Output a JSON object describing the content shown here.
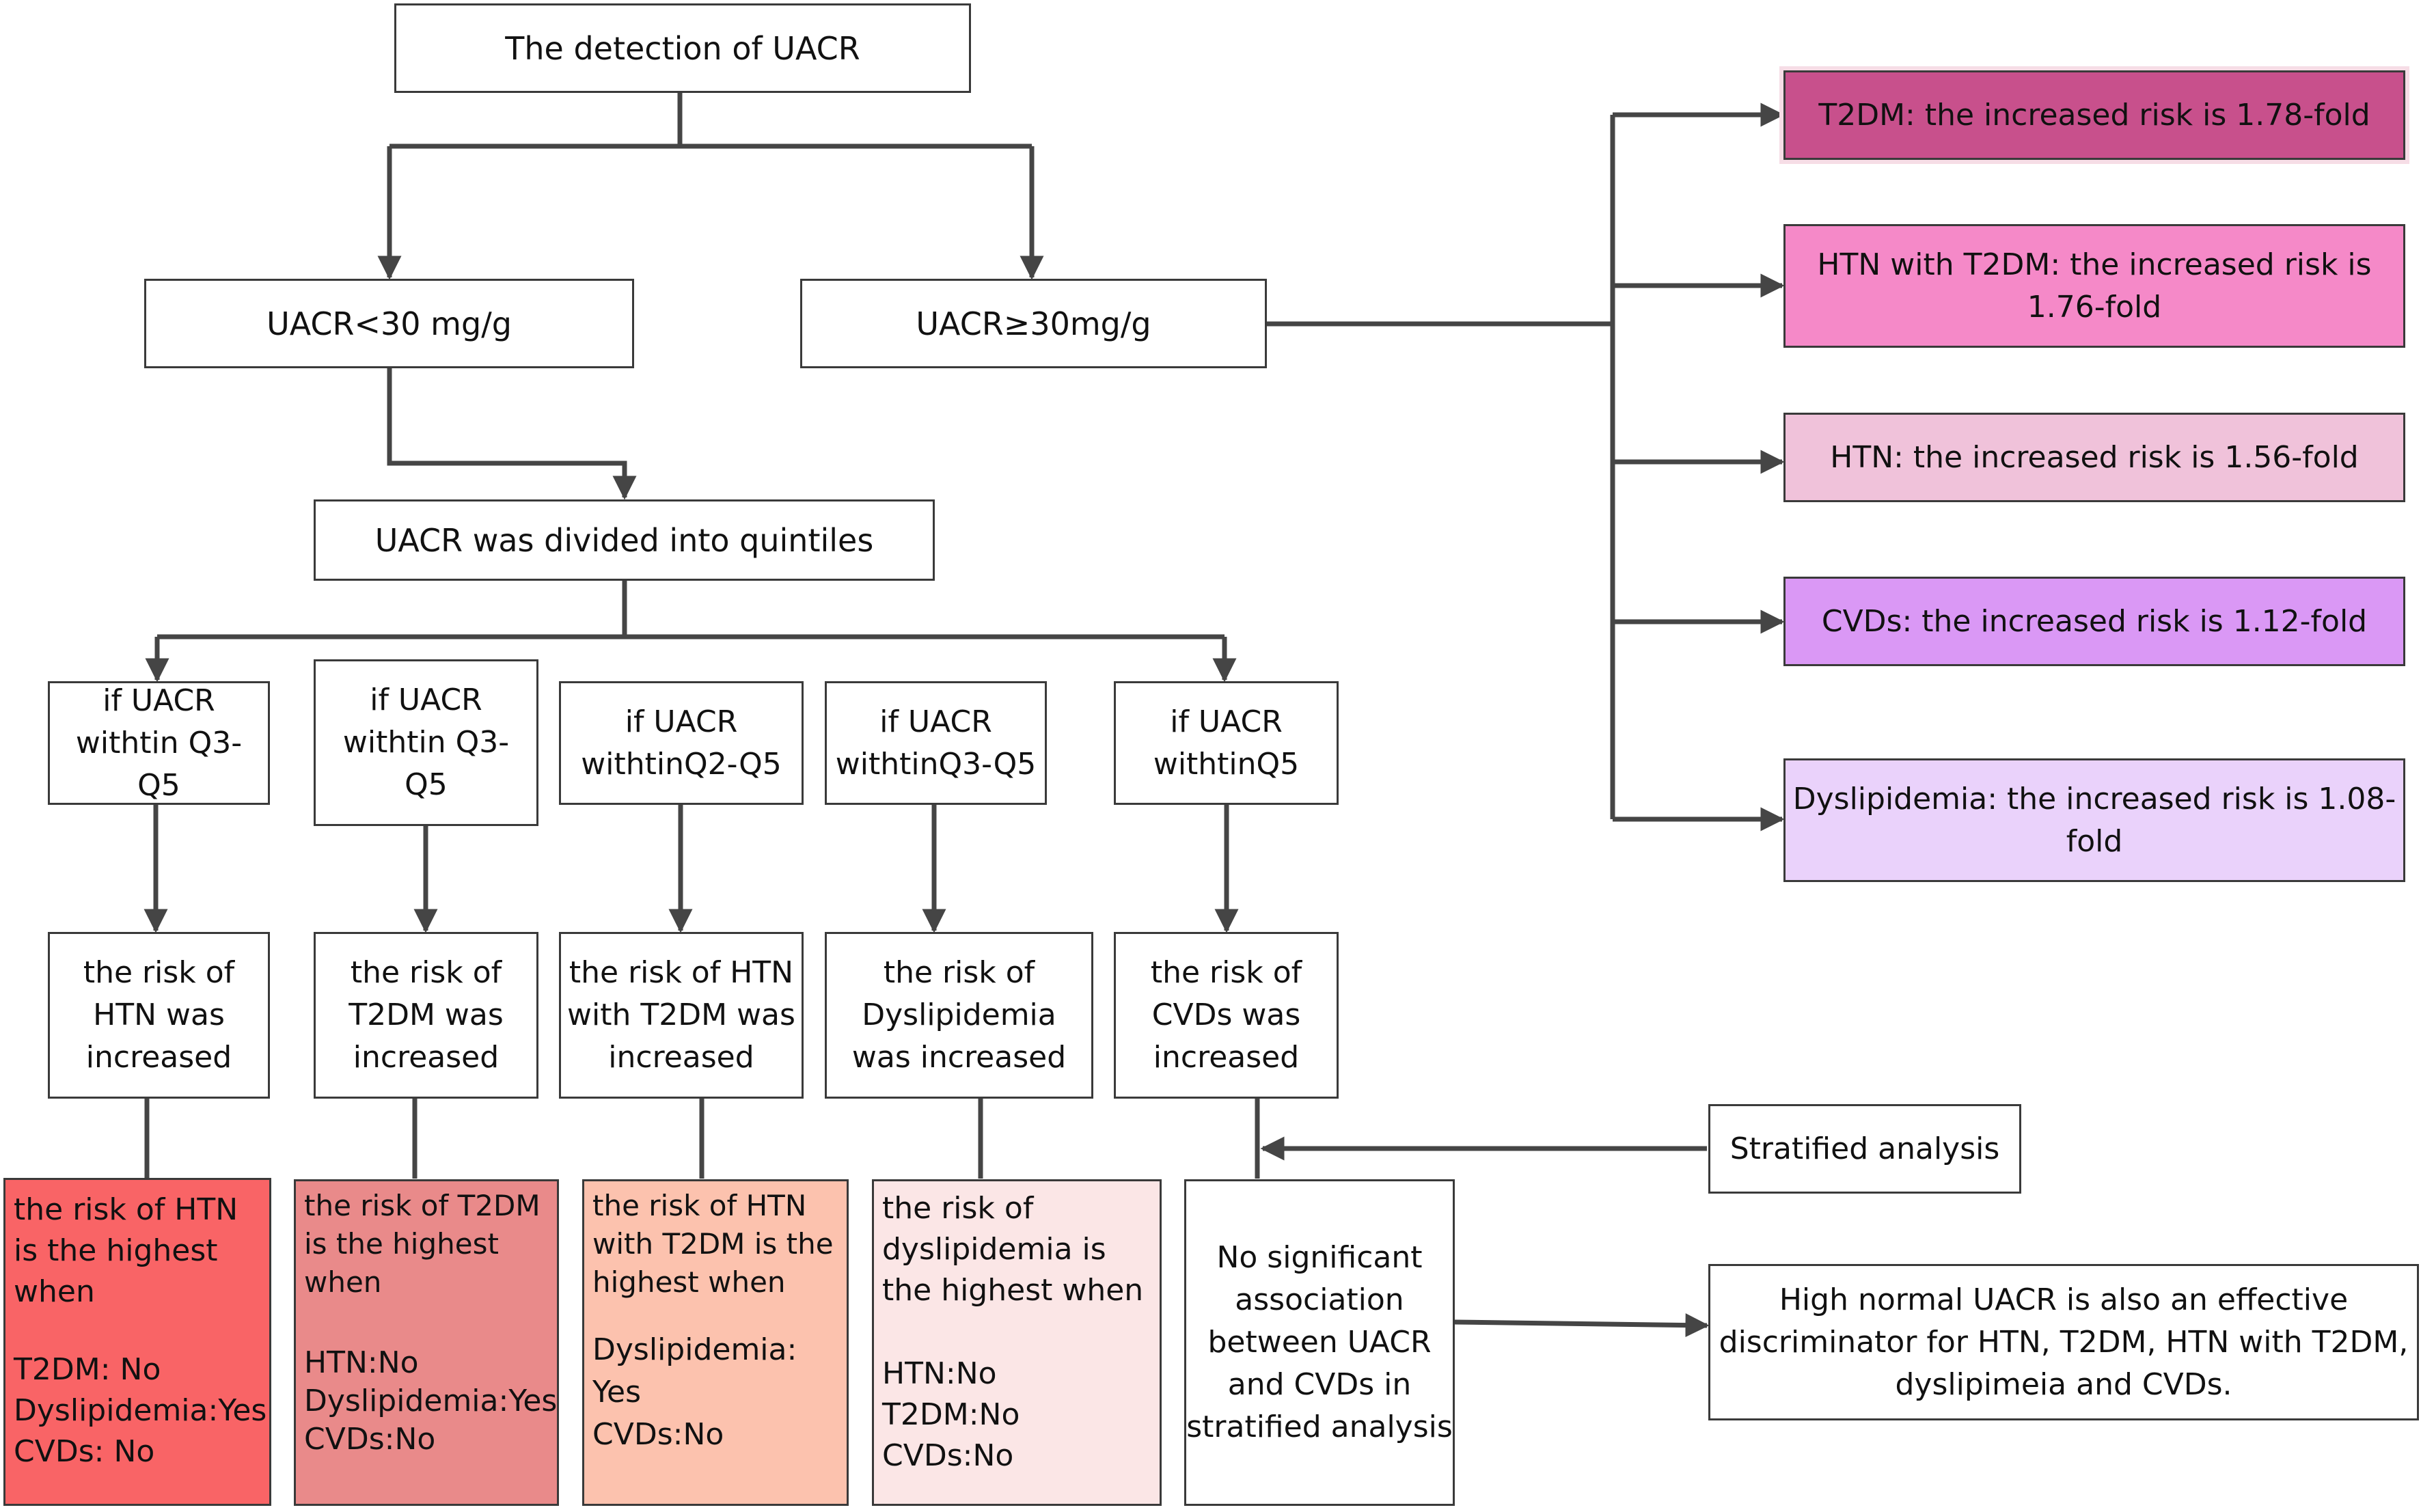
{
  "colors": {
    "line": "#454545",
    "t2dm": "#c8508c",
    "htn_t2dm": "#f589c8",
    "htn": "#f0c2da",
    "cvds": "#da98f5",
    "dyslipidemia": "#ead2fb",
    "result_htn": "#f96466",
    "result_t2dm": "#e98a8a",
    "result_htn_t2dm": "#fcc2ae",
    "result_dyslipidemia": "#fbe6e6"
  },
  "top": {
    "label": "The detection of UACR"
  },
  "low": {
    "label": "UACR<30 mg/g"
  },
  "high": {
    "label": "UACR≥30mg/g"
  },
  "quintiles": {
    "label": "UACR was divided into quintiles"
  },
  "conditions": [
    {
      "lines": [
        "if UACR",
        "withtin Q3-",
        "Q5"
      ]
    },
    {
      "lines": [
        "if UACR",
        "withtin Q3-",
        "Q5"
      ]
    },
    {
      "lines": [
        "if UACR",
        "withtinQ2-Q5"
      ]
    },
    {
      "lines": [
        "if UACR",
        "withtinQ3-Q5"
      ]
    },
    {
      "lines": [
        "if UACR",
        "withtinQ5"
      ]
    }
  ],
  "risks": [
    {
      "lines": [
        "the risk of",
        "HTN was",
        "increased"
      ]
    },
    {
      "lines": [
        "the risk of",
        "T2DM was",
        "increased"
      ]
    },
    {
      "lines": [
        "the risk of HTN",
        "with T2DM was",
        "increased"
      ]
    },
    {
      "lines": [
        "the risk of",
        "Dyslipidemia",
        "was increased"
      ]
    },
    {
      "lines": [
        "the risk of",
        "CVDs was",
        "increased"
      ]
    }
  ],
  "results": [
    {
      "head": [
        "the risk of HTN",
        "is the highest",
        "when"
      ],
      "conds": [
        "T2DM: No",
        "Dyslipidemia:Yes",
        "CVDs: No"
      ]
    },
    {
      "head": [
        "the risk of T2DM",
        "is the highest",
        "when"
      ],
      "conds": [
        "HTN:No",
        "Dyslipidemia:Yes",
        "CVDs:No"
      ]
    },
    {
      "head": [
        "the risk of HTN",
        "with T2DM is the",
        "highest  when"
      ],
      "conds": [
        "Dyslipidemia:",
        "Yes",
        "CVDs:No"
      ]
    },
    {
      "head": [
        "the risk of",
        "dyslipidemia  is",
        "the highest  when"
      ],
      "conds": [
        "HTN:No",
        "T2DM:No",
        "CVDs:No"
      ]
    }
  ],
  "no_assoc": {
    "lines": [
      "No significant",
      "association",
      "between UACR",
      "and CVDs in",
      "stratified analysis"
    ]
  },
  "stratified": {
    "label": "Stratified analysis"
  },
  "conclusion": {
    "lines": [
      "High normal UACR is also an effective",
      "discriminator for HTN, T2DM, HTN with T2DM,",
      "dyslipimeia and CVDs."
    ]
  },
  "risk_outcomes": [
    {
      "lines": [
        "T2DM: the increased risk  is 1.78-fold"
      ]
    },
    {
      "lines": [
        "HTN with T2DM: the increased risk  is",
        "1.76-fold"
      ]
    },
    {
      "lines": [
        "HTN: the increased risk  is 1.56-fold"
      ]
    },
    {
      "lines": [
        "CVDs: the increased risk is 1.12-fold"
      ]
    },
    {
      "lines": [
        "Dyslipidemia: the increased risk  is 1.08-",
        "fold"
      ]
    }
  ]
}
